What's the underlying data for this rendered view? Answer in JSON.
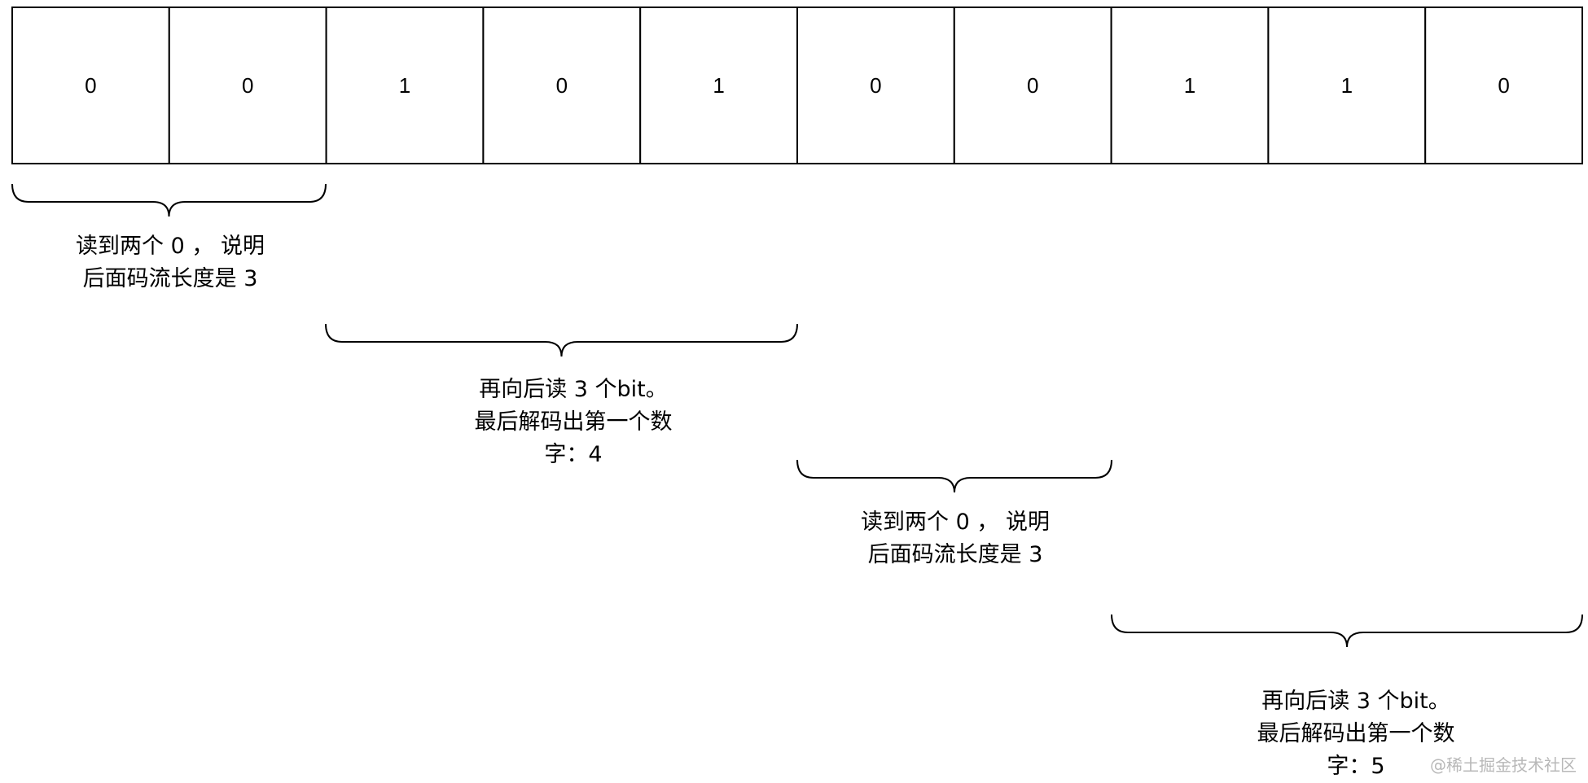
{
  "bits": [
    "0",
    "0",
    "1",
    "0",
    "1",
    "0",
    "0",
    "1",
    "1",
    "0"
  ],
  "annotations": [
    {
      "lines": [
        "读到两个 0 ， 说明",
        "后面码流长度是 3"
      ]
    },
    {
      "lines": [
        "再向后读 3 个bit。",
        "最后解码出第一个数",
        "字：4"
      ]
    },
    {
      "lines": [
        "读到两个 0 ， 说明",
        "后面码流长度是 3"
      ]
    },
    {
      "lines": [
        "再向后读 3 个bit。",
        "最后解码出第一个数",
        "字：5"
      ]
    }
  ],
  "watermark": "@稀土掘金技术社区",
  "colors": {
    "stroke": "#000000",
    "background": "#ffffff",
    "watermark": "#b8b8b8"
  }
}
